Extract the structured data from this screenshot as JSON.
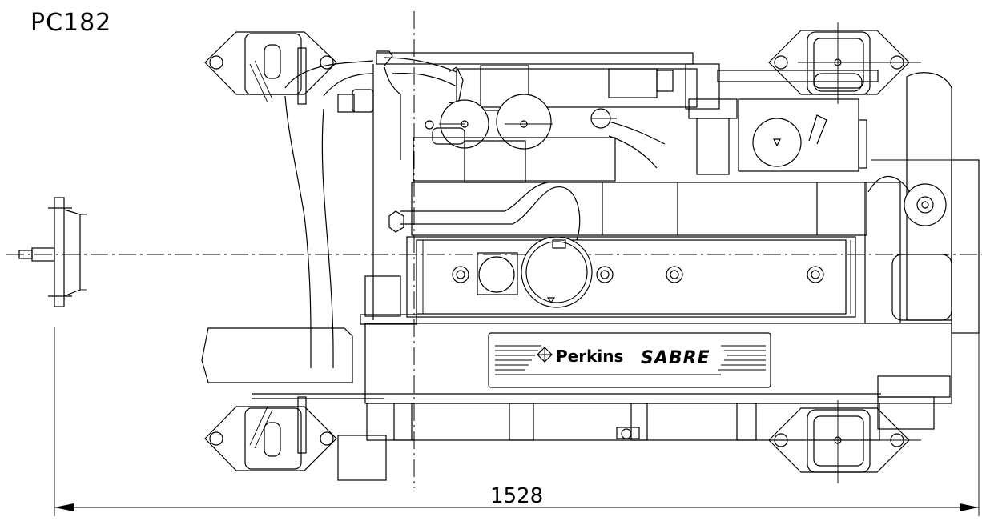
{
  "drawing_code": "PC182",
  "dimension_value": "1528",
  "brand_label": "Perkins",
  "model_label": "SABRE",
  "icons": {
    "brand_logo": "perkins-diamond-logo-icon"
  }
}
